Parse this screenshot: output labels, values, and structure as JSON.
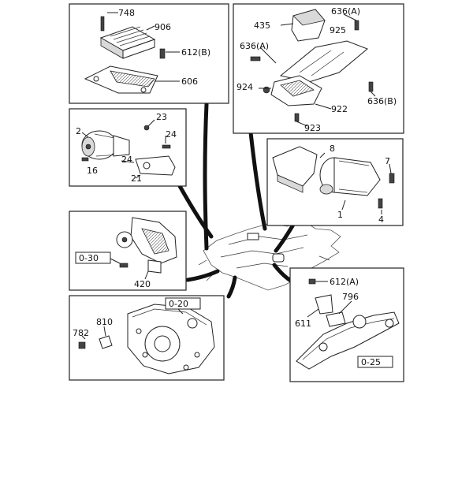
{
  "labels": {
    "p748": "748",
    "p906": "906",
    "p612b": "612(B)",
    "p606": "606",
    "p435": "435",
    "p636a_top": "636(A)",
    "p925": "925",
    "p636a_left": "636(A)",
    "p924": "924",
    "p922": "922",
    "p636b": "636(B)",
    "p923": "923",
    "p2": "2",
    "p23": "23",
    "p24a": "24",
    "p24b": "24",
    "p16": "16",
    "p21": "21",
    "p8": "8",
    "p7": "7",
    "p1": "1",
    "p4": "4",
    "p030": "0-30",
    "p420": "420",
    "p612a": "612(A)",
    "p796": "796",
    "p611": "611",
    "p025": "0-25",
    "p020": "0-20",
    "p810": "810",
    "p782": "782"
  }
}
